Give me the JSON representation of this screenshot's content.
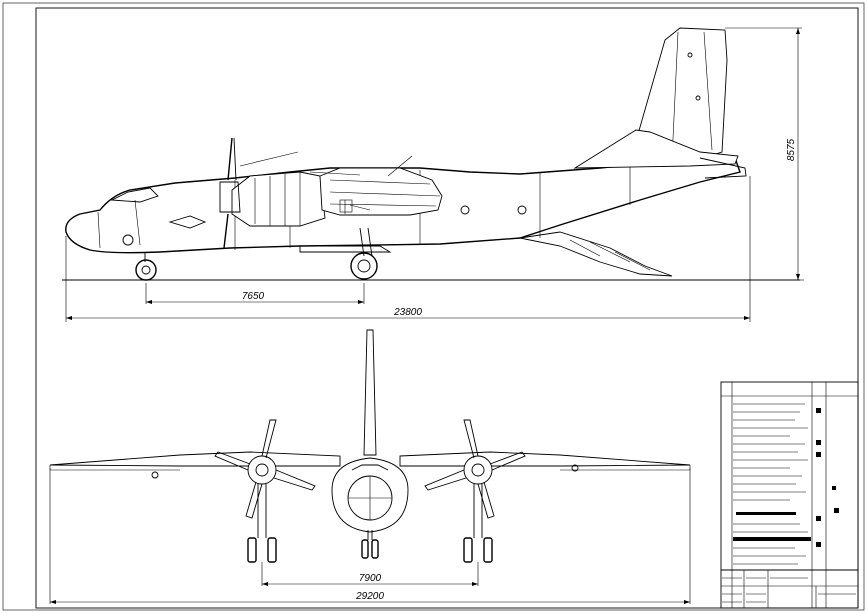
{
  "drawing": {
    "side_view": {
      "dim_wheelbase": "7650",
      "dim_length": "23800",
      "dim_height": "8575"
    },
    "front_view": {
      "dim_track": "7900",
      "dim_span": "29200"
    }
  },
  "colors": {
    "ink": "#000000",
    "paper": "#ffffff"
  }
}
